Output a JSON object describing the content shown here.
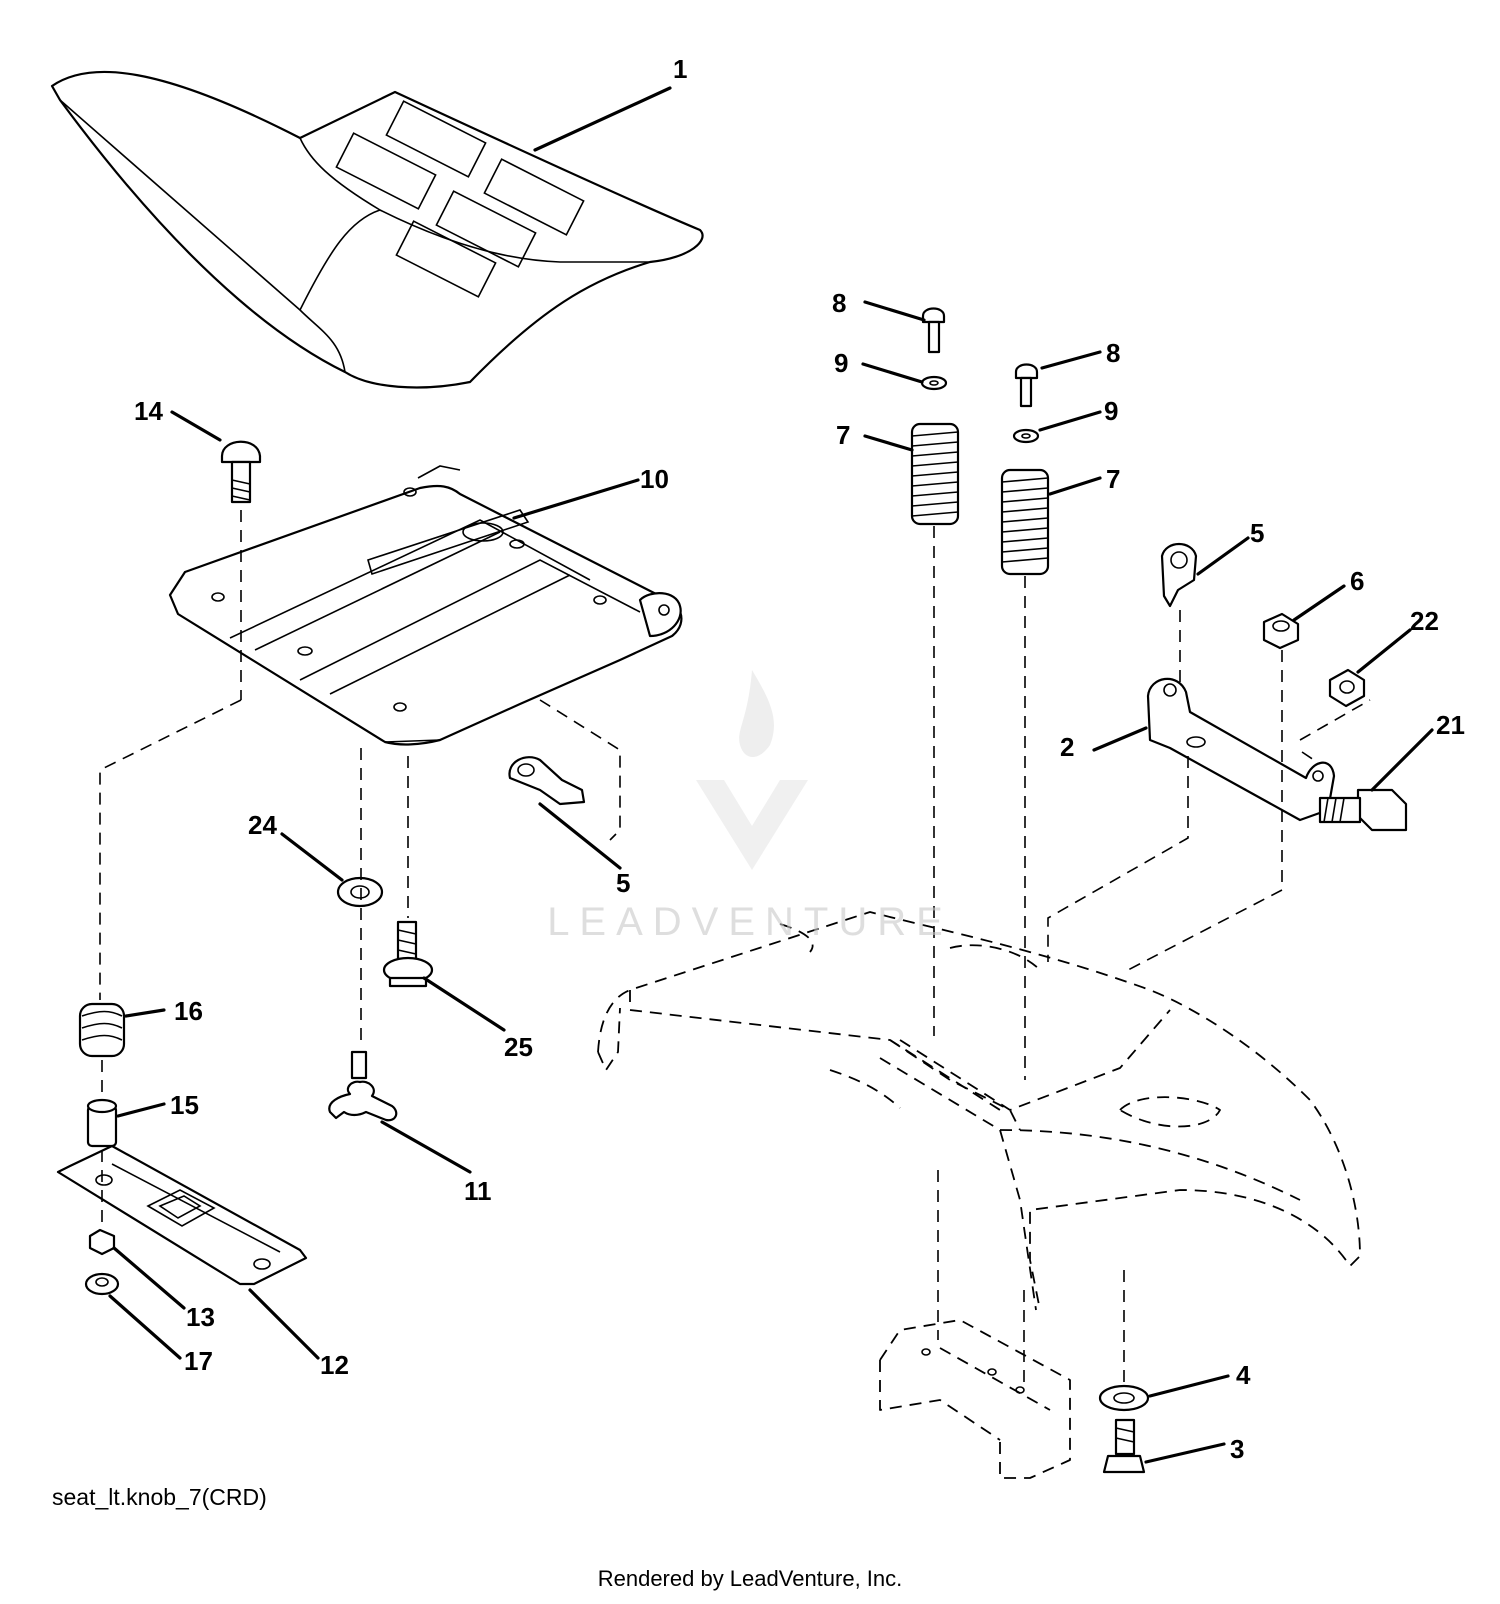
{
  "callouts": [
    {
      "label": "1"
    },
    {
      "label": "8"
    },
    {
      "label": "9"
    },
    {
      "label": "8"
    },
    {
      "label": "9"
    },
    {
      "label": "7"
    },
    {
      "label": "7"
    },
    {
      "label": "14"
    },
    {
      "label": "10"
    },
    {
      "label": "5"
    },
    {
      "label": "6"
    },
    {
      "label": "22"
    },
    {
      "label": "2"
    },
    {
      "label": "21"
    },
    {
      "label": "24"
    },
    {
      "label": "5"
    },
    {
      "label": "16"
    },
    {
      "label": "25"
    },
    {
      "label": "15"
    },
    {
      "label": "11"
    },
    {
      "label": "13"
    },
    {
      "label": "17"
    },
    {
      "label": "12"
    },
    {
      "label": "4"
    },
    {
      "label": "3"
    }
  ],
  "watermark": {
    "text": "LEADVENTURE"
  },
  "file_label": "seat_lt.knob_7(CRD)",
  "footer": "Rendered by LeadVenture, Inc."
}
